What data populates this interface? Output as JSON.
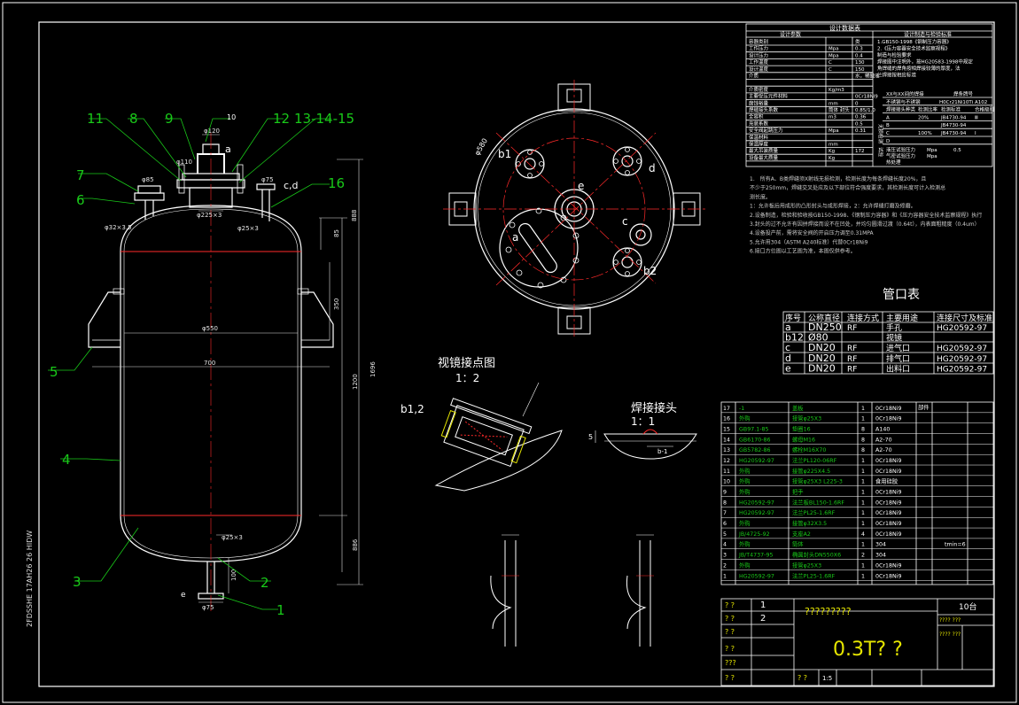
{
  "colors": {
    "background": "#000000",
    "line_white": "#ffffff",
    "line_red": "#ff2a2a",
    "line_green": "#19c919",
    "line_yellow": "#e6e600",
    "dim_text": "#e6e6e6"
  },
  "side_stamp": "2FDSSHE 17AH26 26 HIDW",
  "vessel": {
    "callouts_top": [
      "11",
      "8",
      "9",
      "10",
      "12",
      "13-14-15"
    ],
    "callouts_left": [
      "7",
      "6",
      "5",
      "4",
      "3"
    ],
    "callouts_right": [
      "16",
      "2",
      "1"
    ],
    "nozzle_labels": [
      "a",
      "c,d",
      "e"
    ],
    "dims": {
      "top1": "φ120",
      "top2": "φ110",
      "mid": "φ225×3",
      "left_flange": "φ85",
      "left_flange2": "φ32×3.5",
      "right_flange": "φ75",
      "right_pipe": "φ25×3",
      "shell_d": "φ550",
      "leg_span": "700",
      "h888": "888",
      "h85": "85",
      "h350": "350",
      "h1200": "1200",
      "h1696": "1696",
      "h886": "886",
      "bottom_pipe": "φ25×3",
      "h100": "100",
      "bottom_flange": "φ75"
    }
  },
  "top_view": {
    "labels": [
      "b1",
      "d",
      "e",
      "c",
      "a",
      "b2"
    ],
    "dim": "φ580"
  },
  "sight_glass": {
    "title": "视镜接点图",
    "scale": "1：2",
    "label": "b1,2"
  },
  "weld_joint": {
    "title": "焊接接头",
    "scale": "1：1",
    "dims": [
      "5",
      "b-1"
    ]
  },
  "design_table": {
    "title": "设计数据表",
    "head_left": "设计参数",
    "head_right": "设计制造与检验标准",
    "params": [
      [
        "容器类别",
        "",
        "类"
      ],
      [
        "工作压力",
        "Mpa",
        "0.3"
      ],
      [
        "设计压力",
        "Mpa",
        "0.4"
      ],
      [
        "工作温度",
        "C",
        "130"
      ],
      [
        "设计温度",
        "C",
        "150"
      ],
      [
        "介质",
        "",
        "水，稀酸液"
      ],
      [
        "",
        "",
        ""
      ],
      [
        "介质密度",
        "Kg/m3",
        ""
      ],
      [
        "主要受压元件材料",
        "",
        "0Cr18Ni9"
      ],
      [
        "腐蚀裕量",
        "mm",
        "0"
      ],
      [
        "焊缝接头系数",
        "筒体 封头",
        "0.85/1.0"
      ],
      [
        "全容积",
        "m3",
        "0.36"
      ],
      [
        "充装系数",
        "",
        "0.5"
      ],
      [
        "安全阀起跳压力",
        "Mpa",
        "0.31"
      ],
      [
        "保温材料",
        "",
        ""
      ],
      [
        "保温厚度",
        "mm",
        ""
      ],
      [
        "最大吊装质量",
        "Kg",
        "172"
      ],
      [
        "设备最大质量",
        "Kg",
        ""
      ]
    ],
    "standards": [
      "1.GB150-1998《钢制压力容器》",
      "2.《压力容器安全技术监察规程》",
      "制造与检验要求",
      "焊接图中注明外，按HG20583-1998中规定",
      "角焊缝的焊角按相焊接较薄的厚度，法",
      "兰焊接按相应标准"
    ],
    "weld_rows": [
      [
        "XX与XX间的焊接",
        "焊条牌号"
      ],
      [
        "不锈钢与不锈钢",
        "H0Cr21Ni10Ti",
        "A102"
      ],
      [
        "焊接接头种类",
        "检测比率",
        "检测标准",
        "合格级别"
      ],
      [
        "A",
        "",
        "20%",
        "JB4730-94",
        "Ⅲ"
      ],
      [
        "B",
        "",
        "",
        "JB4730-94",
        ""
      ],
      [
        "C",
        "",
        "100%",
        "JB4730-94",
        "Ⅰ"
      ],
      [
        "D",
        "",
        "",
        "",
        ""
      ]
    ],
    "test_rows": [
      [
        "液压试验压力",
        "Mpa",
        "0.5"
      ],
      [
        "气密试验压力",
        "Mpa",
        ""
      ],
      [
        "热处理",
        "",
        ""
      ]
    ],
    "side_labels": [
      "无损检测",
      "试验"
    ]
  },
  "notes": [
    "1.　所有A、B类焊缝须X射线无损检测，检测长度为每条焊缝长度20%，且",
    "不少于250mm，焊缝交叉处应及以下部位符合强度要求，其检测长度可计入检测总",
    "测长度。",
    "1：允许板后用成形的凸形封头与成形焊接，2：允许焊缝打磨及修磨。",
    "2.设备制造，检验和验收按GB150-1998、《钢制压力容器》和《压力容器安全技术监察规程》执行",
    "3.封头的过不允许有因拼焊接而设不在凹处，并均匀圆滑过渡（0.64t），内表面粗糙度（0.4um）",
    "4.设备投产前，需将安全阀的开启压力调至0.31MPA",
    "5.允许用304（ASTM A240标准）代替0Cr18Ni9",
    "6.接口方位图以工艺图为准，本图仅供参考。"
  ],
  "nozzle_table": {
    "title": "管口表",
    "headers": [
      "序号",
      "公称直径",
      "连接方式",
      "主要用途",
      "连接尺寸及标准"
    ],
    "rows": [
      [
        "a",
        "DN250",
        "RF",
        "手孔",
        "HG20592-97"
      ],
      [
        "b12",
        "Ø80",
        "",
        "视镜",
        ""
      ],
      [
        "c",
        "DN20",
        "RF",
        "进气口",
        "HG20592-97"
      ],
      [
        "d",
        "DN20",
        "RF",
        "排气口",
        "HG20592-97"
      ],
      [
        "e",
        "DN20",
        "RF",
        "出料口",
        "HG20592-97"
      ]
    ]
  },
  "bom": {
    "header_right": "部件",
    "rows": [
      [
        "17",
        "-1",
        "盖板",
        "1",
        "0Cr18Ni9",
        ""
      ],
      [
        "16",
        "外购",
        "接管φ25X3",
        "1",
        "0Cr18Ni9",
        ""
      ],
      [
        "15",
        "GB97.1-85",
        "垫圈16",
        "8",
        "A140",
        ""
      ],
      [
        "14",
        "GB6170-86",
        "螺母M16",
        "8",
        "A2-70",
        ""
      ],
      [
        "13",
        "GB5782-86",
        "螺栓M16X70",
        "8",
        "A2-70",
        ""
      ],
      [
        "12",
        "HG20592-97",
        "法兰PL120-06RF",
        "1",
        "0Cr18Ni9",
        ""
      ],
      [
        "11",
        "外购",
        "接管φ225X4.5",
        "1",
        "0Cr18Ni9",
        ""
      ],
      [
        "10",
        "外购",
        "接管φ25X3 L225-3",
        "1",
        "食用硅胶",
        ""
      ],
      [
        "9",
        "外购",
        "把手",
        "1",
        "0Cr18Ni9",
        ""
      ],
      [
        "8",
        "HG20592-97",
        "法兰板BL150-1.6RF",
        "1",
        "0Cr18Ni9",
        ""
      ],
      [
        "7",
        "HG20592-97",
        "法兰PL25-1.6RF",
        "1",
        "0Cr18Ni9",
        ""
      ],
      [
        "6",
        "外购",
        "接管φ32X3.5",
        "1",
        "0Cr18Ni9",
        ""
      ],
      [
        "5",
        "JB/4725-92",
        "支座A2",
        "4",
        "0Cr18Ni9",
        ""
      ],
      [
        "4",
        "外购",
        "筒体",
        "1",
        "304",
        "tmin=6"
      ],
      [
        "3",
        "JB/T4737-95",
        "椭圆封头DN550X6",
        "2",
        "304",
        ""
      ],
      [
        "2",
        "外购",
        "接管φ25X3",
        "1",
        "0Cr18Ni9",
        ""
      ],
      [
        "1",
        "HG20592-97",
        "法兰PL25-1.6RF",
        "1",
        "0Cr18Ni9",
        ""
      ]
    ]
  },
  "title_block": {
    "q": "? ?",
    "row1": "1",
    "row2": "2",
    "title_q": "?????????",
    "count": "10台",
    "product": "0.3T?  ?",
    "right1": "???? ???",
    "right2": "???? ???",
    "scale": "1:5",
    "left_labels": [
      "? ?",
      "? ?",
      "? ?",
      "???",
      "? ?",
      "? ?"
    ]
  }
}
